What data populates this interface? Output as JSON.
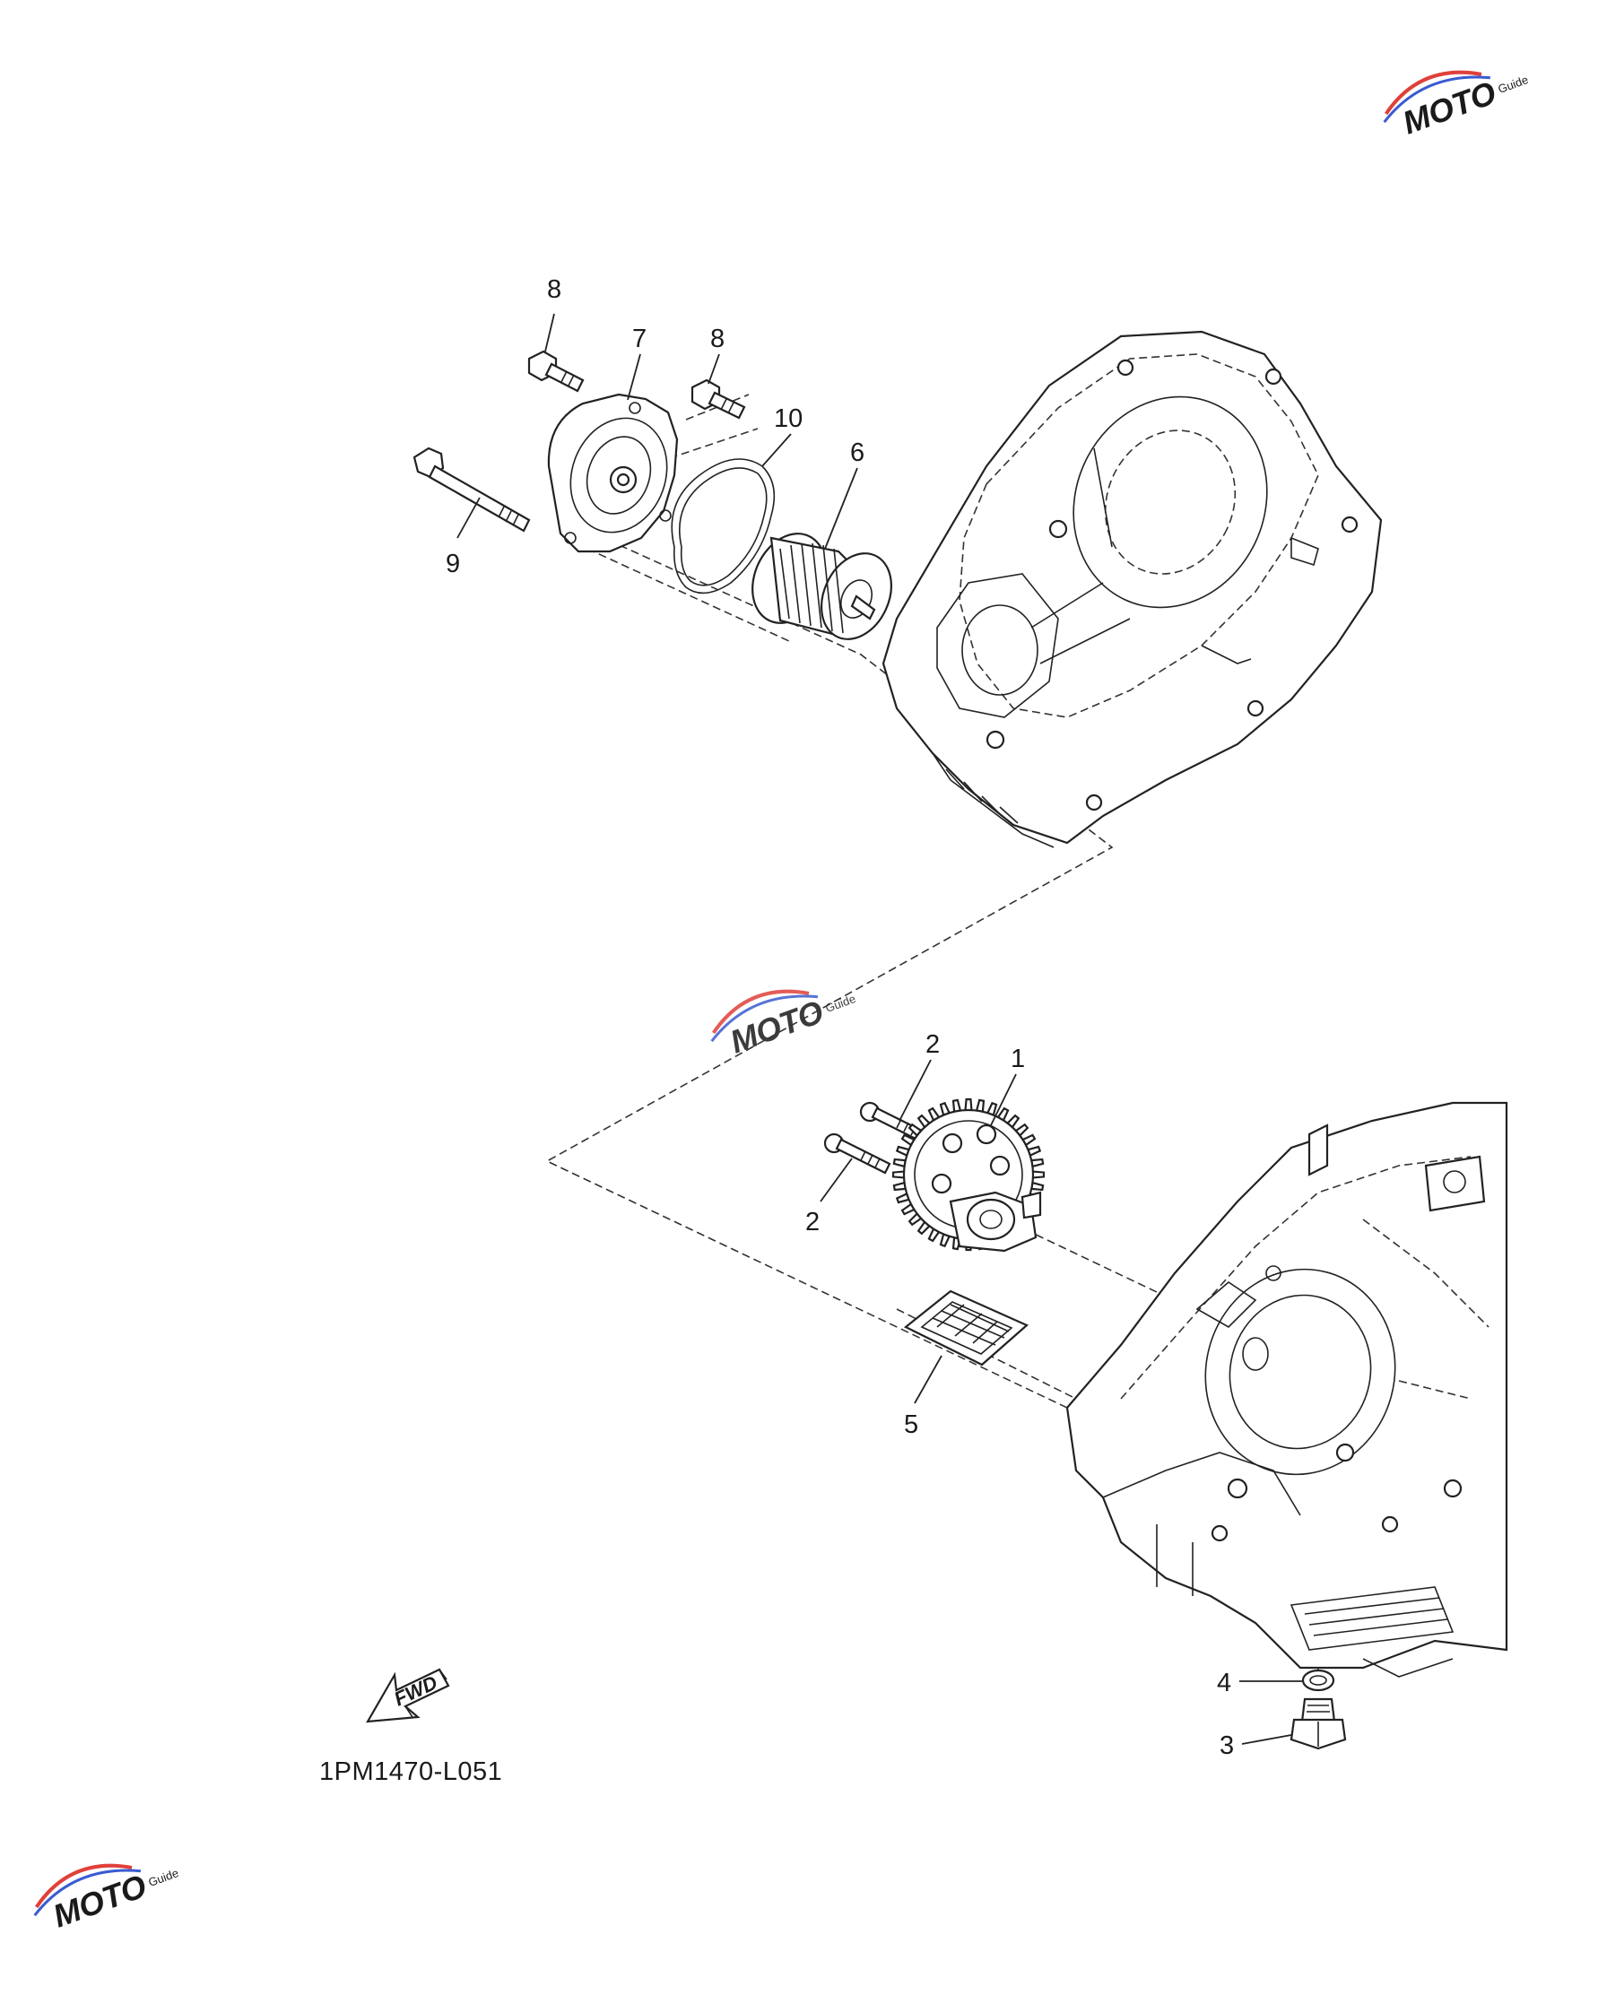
{
  "diagram": {
    "callouts": [
      "8",
      "7",
      "8",
      "10",
      "6",
      "9",
      "2",
      "1",
      "2",
      "5",
      "4",
      "3"
    ],
    "direction_label": "FWD",
    "figure_code": "1PM1470-L051"
  },
  "watermark": {
    "brand": "MOTO",
    "sub": "Guide",
    "colors": {
      "accent_red": "#e0403a",
      "accent_blue": "#3a5bd0"
    }
  }
}
